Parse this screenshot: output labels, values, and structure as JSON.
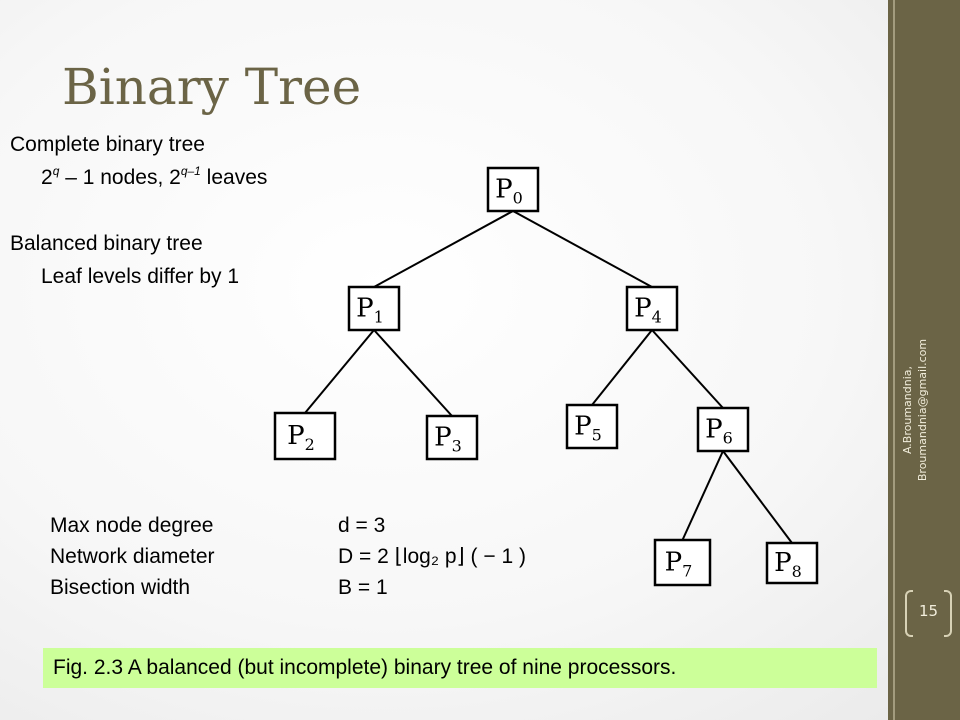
{
  "slide": {
    "title": "Binary Tree",
    "page_number": "15",
    "author_line1": "A.Broumandnia,",
    "author_line2": "Broumandnia@gmail.com",
    "accent_color": "#6b6446",
    "caption_bg": "#ccff99"
  },
  "intro": {
    "complete_heading": "Complete binary tree",
    "complete_nodes_prefix": "2",
    "complete_nodes_sup": "q",
    "complete_nodes_mid": " – 1 nodes, 2",
    "complete_leaves_sup": "q–1",
    "complete_leaves_suffix": " leaves",
    "balanced_heading": "Balanced binary tree",
    "balanced_desc": "Leaf levels differ by 1"
  },
  "metrics": [
    {
      "label": "Max node degree",
      "value": "d = 3"
    },
    {
      "label": "Network diameter",
      "value": "D = 2 ⌊log₂ p⌋   ( − 1 )"
    },
    {
      "label": "Bisection width",
      "value": "B = 1"
    }
  ],
  "tree": {
    "nodes": [
      {
        "id": "p0",
        "letter": "P",
        "sub": "0"
      },
      {
        "id": "p1",
        "letter": "P",
        "sub": "1"
      },
      {
        "id": "p4",
        "letter": "P",
        "sub": "4"
      },
      {
        "id": "p2",
        "letter": "P",
        "sub": "2"
      },
      {
        "id": "p3",
        "letter": "P",
        "sub": "3"
      },
      {
        "id": "p5",
        "letter": "P",
        "sub": "5"
      },
      {
        "id": "p6",
        "letter": "P",
        "sub": "6"
      },
      {
        "id": "p7",
        "letter": "P",
        "sub": "7"
      },
      {
        "id": "p8",
        "letter": "P",
        "sub": "8"
      }
    ],
    "edges": [
      [
        "p0",
        "p1"
      ],
      [
        "p0",
        "p4"
      ],
      [
        "p1",
        "p2"
      ],
      [
        "p1",
        "p3"
      ],
      [
        "p4",
        "p5"
      ],
      [
        "p4",
        "p6"
      ],
      [
        "p6",
        "p7"
      ],
      [
        "p6",
        "p8"
      ]
    ]
  },
  "caption": "Fig. 2.3   A balanced (but incomplete) binary tree of nine processors."
}
